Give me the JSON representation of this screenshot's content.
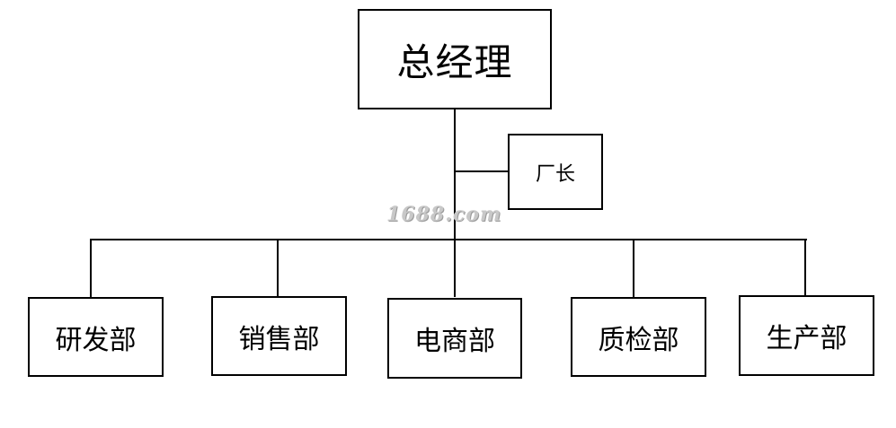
{
  "org_chart": {
    "top": {
      "label": "总经理"
    },
    "assistant": {
      "label": "厂长"
    },
    "departments": [
      {
        "label": "研发部"
      },
      {
        "label": "销售部"
      },
      {
        "label": "电商部"
      },
      {
        "label": "质检部"
      },
      {
        "label": "生产部"
      }
    ]
  },
  "watermark": "1688.com"
}
